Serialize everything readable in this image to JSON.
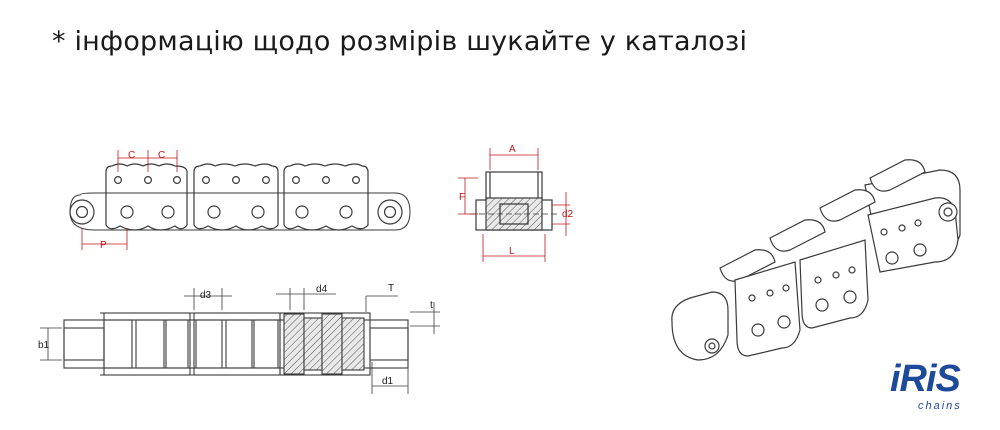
{
  "note": "* інформацію щодо розмірів шукайте у каталозі",
  "labels": {
    "c1": "C",
    "c2": "C",
    "p": "P",
    "a": "A",
    "f": "F",
    "d2": "d2",
    "l": "L",
    "d3": "d3",
    "d4": "d4",
    "t_upper": "T",
    "t_lower": "t",
    "b1": "b1",
    "d1": "d1"
  },
  "logo": {
    "word": "iRiS",
    "sub": "chains"
  },
  "colors": {
    "dimension": "#c0161c",
    "outline": "#3a3a3a",
    "brand": "#1d4a9b"
  }
}
